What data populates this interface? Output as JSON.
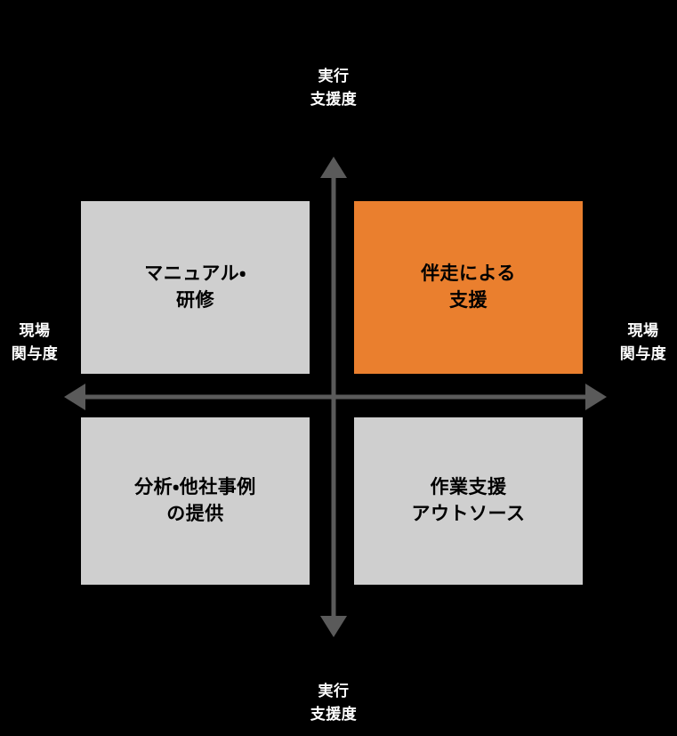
{
  "figure": {
    "type": "quadrant-matrix",
    "background_color": "#000000",
    "axis_color": "#5a5a5a",
    "label_color": "#ffffff",
    "box_default_color": "#cfcfcf",
    "box_highlight_color": "#ea7f2e",
    "box_text_color": "#000000"
  },
  "axes": {
    "vertical": {
      "top_label": "実行\n支援度",
      "bottom_label": "実行\n支援度",
      "top_arrow_icon": "arrow-up-icon",
      "bottom_arrow_icon": "arrow-down-icon"
    },
    "horizontal": {
      "left_label": "現場\n関与度",
      "right_label": "現場\n関与度",
      "left_arrow_icon": "arrow-left-icon",
      "right_arrow_icon": "arrow-right-icon"
    }
  },
  "quadrants": [
    {
      "position": "top-left",
      "text": "マニュアル・\n研修",
      "color": "#cfcfcf",
      "highlighted": false
    },
    {
      "position": "top-right",
      "text": "伴走による\n支援",
      "color": "#ea7f2e",
      "highlighted": true
    },
    {
      "position": "bottom-left",
      "text": "分析・他社事例\nの提供",
      "color": "#cfcfcf",
      "highlighted": false
    },
    {
      "position": "bottom-right",
      "text": "作業支援\nアウトソース",
      "color": "#cfcfcf",
      "highlighted": false
    }
  ]
}
